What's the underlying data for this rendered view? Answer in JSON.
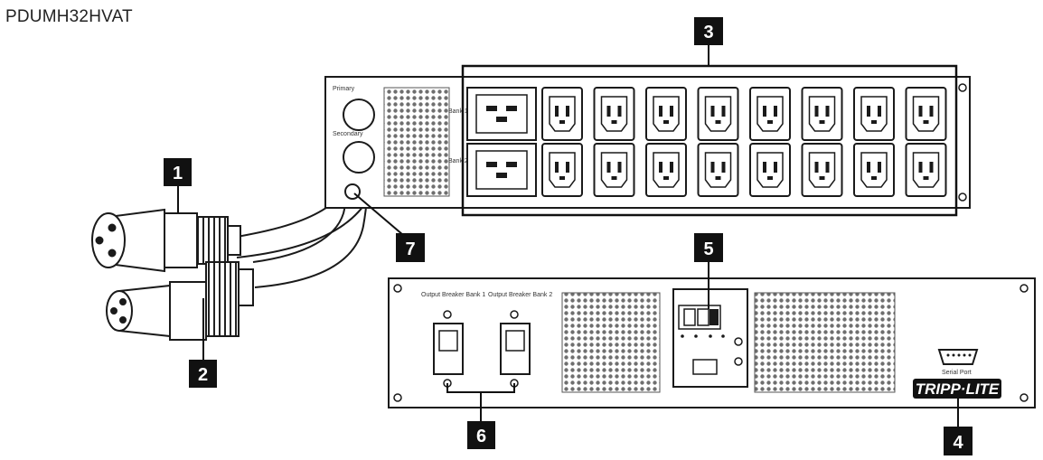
{
  "title": "PDUMH32HVAT",
  "callouts": [
    "1",
    "2",
    "3",
    "4",
    "5",
    "6",
    "7"
  ],
  "front_panel": {
    "input_labels": [
      "Primary",
      "Secondary"
    ],
    "bank_labels": [
      "Bank 1",
      "Bank 2"
    ],
    "outlet_rows": 2,
    "c19_outlets_per_row": 1,
    "c13_outlets_per_row": 8
  },
  "rear_panel": {
    "breaker_labels": [
      "Output Breaker Bank 1",
      "Output Breaker Bank 2"
    ],
    "port_label": "Serial Port",
    "logo": "TRIPP·LITE"
  },
  "colors": {
    "line": "#1a1a1a",
    "badge": "#111111",
    "panel_fill": "#ffffff",
    "vent": "#7a7a7a"
  }
}
